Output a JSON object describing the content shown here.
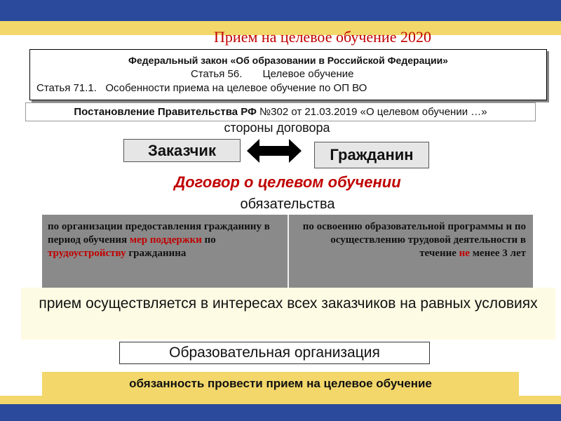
{
  "title": "Прием на целевое обучение 2020",
  "law": {
    "title": "Федеральный закон «Об образовании в Российской Федерации»",
    "article56": "Статья 56.       Целевое обучение",
    "article71": "Статья 71.1.   Особенности приема на целевое обучение по ОП ВО"
  },
  "decree": {
    "bold_part": "Постановление Правительства РФ ",
    "rest": "№302 от 21.03.2019 «О целевом обучении …»"
  },
  "parties_label": "стороны договора",
  "party_left": "Заказчик",
  "party_right": "Гражданин",
  "contract_title": "Договор о целевом обучении",
  "obligations_label": "обязательства",
  "obligation_left": {
    "part1": "по организации предоставления гражданину в период обучения ",
    "red1": "мер поддержки",
    "part2": "  по ",
    "red2": "трудоустройству",
    "part3": " гражданина"
  },
  "obligation_right": {
    "part1": "по освоению образовательной программы и по осуществлению трудовой деятельности в течение ",
    "red1": "не",
    "part2": " менее 3 лет"
  },
  "interest_text": "прием осуществляется в интересах всех заказчиков на равных условиях",
  "edu_org": "Образовательная организация",
  "duty_text": "обязанность провести прием на целевое обучение"
}
